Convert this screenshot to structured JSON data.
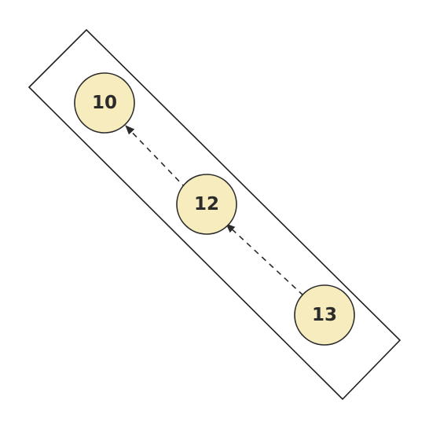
{
  "diagram": {
    "nodes": [
      {
        "id": "n10",
        "label": "10"
      },
      {
        "id": "n12",
        "label": "12"
      },
      {
        "id": "n13",
        "label": "13"
      }
    ],
    "edges": [
      {
        "from": "n12",
        "to": "n10",
        "style": "dashed",
        "arrow": "end"
      },
      {
        "from": "n13",
        "to": "n12",
        "style": "dashed",
        "arrow": "end"
      }
    ],
    "colors": {
      "node_fill": "#f7ecbe",
      "node_stroke": "#2b2b2b",
      "edge": "#2b2b2b",
      "frame": "#1f1f1f",
      "background": "#ffffff"
    }
  }
}
